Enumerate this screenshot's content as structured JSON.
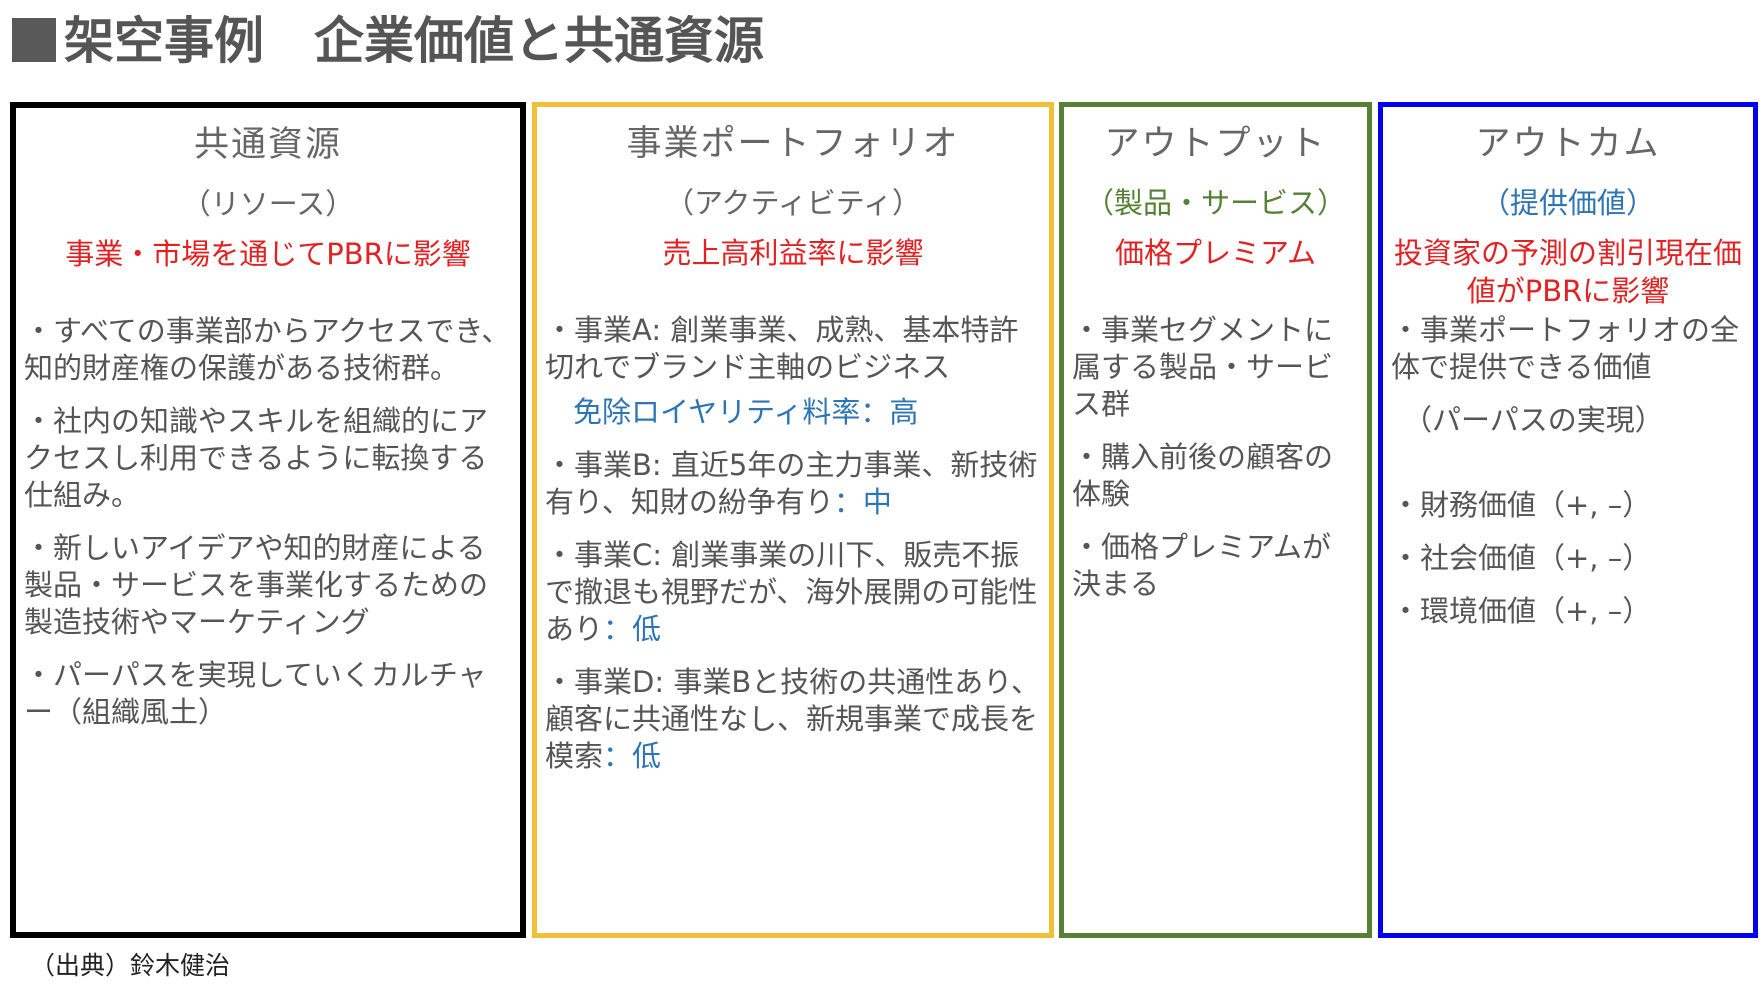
{
  "title": "架空事例　企業価値と共通資源",
  "source": "（出典）鈴木健治",
  "col1": {
    "heading": "共通資源",
    "sub": "（リソース）",
    "effect": "事業・市場を通じてPBRに影響",
    "items": [
      "・すべての事業部からアクセスでき、知的財産権の保護がある技術群。",
      "・社内の知識やスキルを組織的にアクセスし利用できるように転換する仕組み。",
      "・新しいアイデアや知的財産による製品・サービスを事業化するための製造技術やマーケティング",
      "・パーパスを実現していくカルチャー（組織風土）"
    ]
  },
  "col2": {
    "heading": "事業ポートフォリオ",
    "sub": "（アクティビティ）",
    "effect": "売上高利益率に影響",
    "itemA": "・事業A: 創業事業、成熟、基本特許切れでブランド主軸のビジネス",
    "itemA_note": "免除ロイヤリティ料率：高",
    "itemB": "・事業B: 直近5年の主力事業、新技術有り、知財の紛争有り",
    "itemB_val": "：中",
    "itemC": "・事業C: 創業事業の川下、販売不振で撤退も視野だが、海外展開の可能性あり",
    "itemC_val": "：低",
    "itemD": "・事業D: 事業Bと技術の共通性あり、顧客に共通性なし、新規事業で成長を模索",
    "itemD_val": "：低"
  },
  "col3": {
    "heading": "アウトプット",
    "sub": "（製品・サービス）",
    "effect": "価格プレミアム",
    "items": [
      "・事業セグメントに属する製品・サービス群",
      "・購入前後の顧客の体験",
      "・価格プレミアムが決まる"
    ]
  },
  "col4": {
    "heading": "アウトカム",
    "sub": "（提供価値）",
    "effect": "投資家の予測の割引現在価値がPBRに影響",
    "item1": "・事業ポートフォリオの全体で提供できる価値",
    "purpose": "（パーパスの実現）",
    "values": [
      "・財務価値（+, –）",
      "・社会価値（+, –）",
      "・環境価値（+, –）"
    ]
  },
  "colors": {
    "col1_border": "#000000",
    "col2_border": "#f2c038",
    "col3_border": "#548235",
    "col4_border": "#0000ee",
    "effect_red": "#e22222",
    "value_blue": "#2e75b6"
  }
}
